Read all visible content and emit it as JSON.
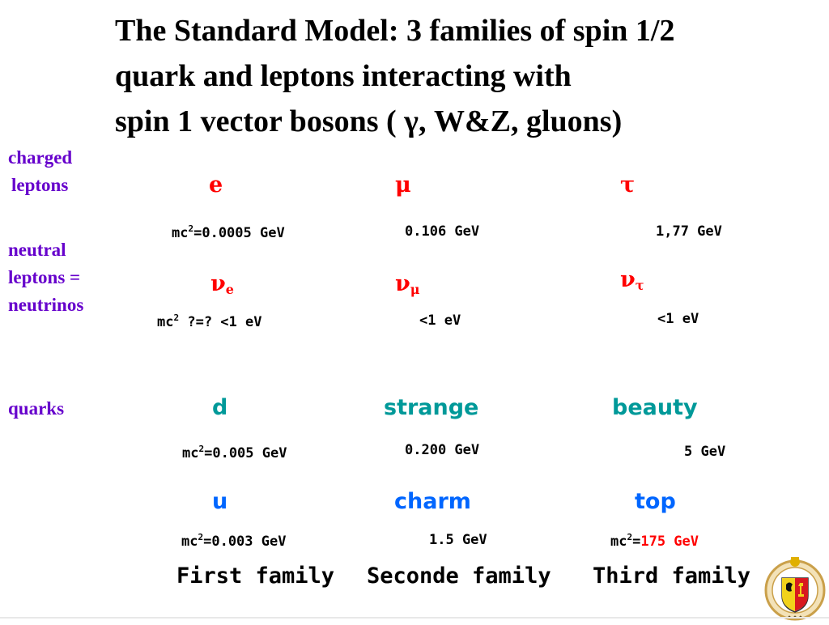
{
  "title": {
    "line1": "The Standard Model: 3 families of spin 1/2",
    "line2": "quark and leptons interacting with",
    "line3": "spin 1 vector bosons ( γ, W&Z, gluons)"
  },
  "row_labels": {
    "charged_line1": "charged",
    "charged_line2": "leptons",
    "neutral_line1": "neutral",
    "neutral_line2": "leptons =",
    "neutral_line3": "neutrinos",
    "quarks": "quarks"
  },
  "charged_leptons": {
    "first": {
      "symbol": "e",
      "mass_prefix": "mc",
      "mass_sup": "2",
      "mass_value": "=0.0005 GeV"
    },
    "second": {
      "symbol": "μ",
      "mass": "0.106 GeV"
    },
    "third": {
      "symbol": "τ",
      "mass": "1,77 GeV"
    }
  },
  "neutrinos": {
    "first": {
      "symbol": "ν",
      "subscript": "e",
      "mass_prefix": "mc",
      "mass_sup": "2",
      "mass_value": " ?=? <1 eV"
    },
    "second": {
      "symbol": "ν",
      "subscript": "μ",
      "mass": "<1 eV"
    },
    "third": {
      "symbol": "ν",
      "subscript": "τ",
      "mass": "<1 eV"
    }
  },
  "down_quarks": {
    "first": {
      "name": "d",
      "mass_prefix": "mc",
      "mass_sup": "2",
      "mass_value": "=0.005 GeV"
    },
    "second": {
      "name": "strange",
      "mass": "0.200 GeV"
    },
    "third": {
      "name": "beauty",
      "mass": "5 GeV"
    }
  },
  "up_quarks": {
    "first": {
      "name": "u",
      "mass_prefix": "mc",
      "mass_sup": "2",
      "mass_value": "=0.003 GeV"
    },
    "second": {
      "name": "charm",
      "mass": "1.5 GeV"
    },
    "third": {
      "name": "top",
      "mass_prefix": "mc",
      "mass_sup": "2",
      "mass_eq": "=",
      "mass_value": "175 GeV"
    }
  },
  "families": {
    "first": "First family",
    "second": "Seconde family",
    "third": "Third family"
  },
  "colors": {
    "label_purple": "#6600cc",
    "lepton_red": "#ff0000",
    "down_quark_teal": "#009999",
    "up_quark_blue": "#0066ff"
  },
  "icons": {
    "seal": "university-of-geneva-seal-icon"
  }
}
